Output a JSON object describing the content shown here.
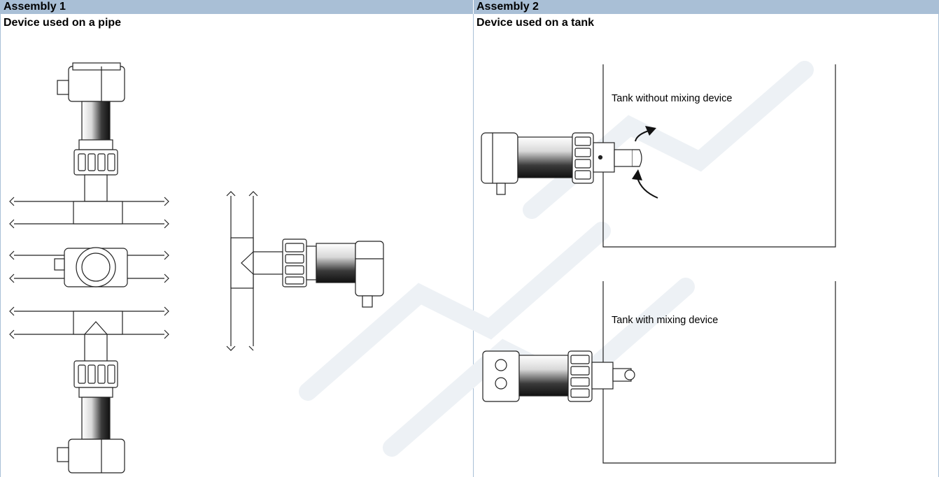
{
  "assembly1": {
    "header": "Assembly 1",
    "subtitle": "Device used on a pipe"
  },
  "assembly2": {
    "header": "Assembly 2",
    "subtitle": "Device used on a tank",
    "tank_without_label": "Tank without mixing device",
    "tank_with_label": "Tank with mixing device"
  },
  "colors": {
    "header_bg": "#a9bfd6",
    "line": "#222222",
    "watermark": "#eef2f6"
  }
}
